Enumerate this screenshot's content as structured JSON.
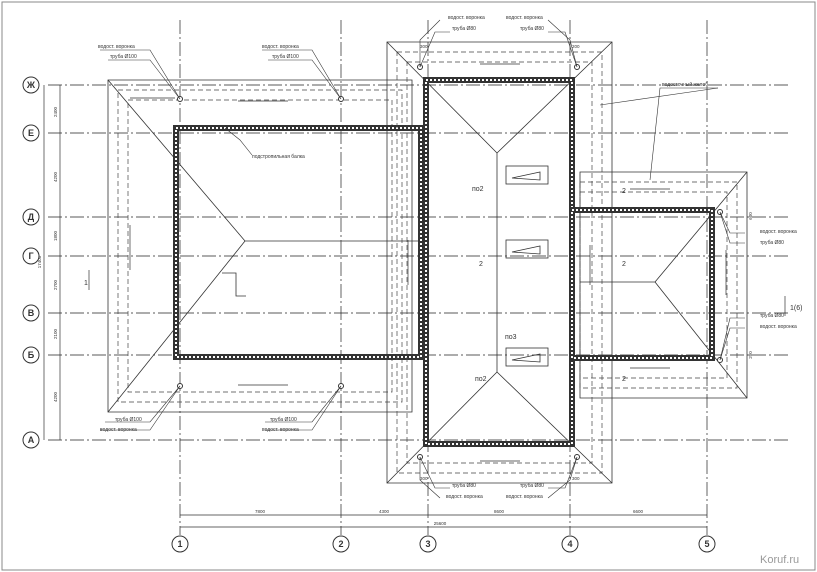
{
  "watermark": "Koruf.ru",
  "grid": {
    "horizontal_axes": [
      "Ж",
      "Е",
      "Д",
      "Г",
      "В",
      "Б",
      "А"
    ],
    "vertical_axes": [
      "1",
      "2",
      "3",
      "4",
      "5"
    ]
  },
  "dimensions": {
    "left_spacing": [
      "2400",
      "4200",
      "1800",
      "2700",
      "2100",
      "4200"
    ],
    "left_total": "17400",
    "bottom_spacing": [
      "7800",
      "4300",
      "8600",
      "6600"
    ],
    "bottom_total": "25600",
    "right_small": [
      "600",
      "200"
    ],
    "top_small": [
      "300",
      "200"
    ],
    "bottom_small": [
      "300",
      "300"
    ]
  },
  "labels": {
    "funnel": "водост. воронка",
    "pipe100": "труба Ø100",
    "pipe80": "труба Ø80",
    "gutter": "водосточный желоб",
    "beam": "подстропильная балка",
    "po2": "по2",
    "po3": "по3",
    "slope": "2",
    "section_1": "1",
    "section_1_6": "1(6)"
  }
}
